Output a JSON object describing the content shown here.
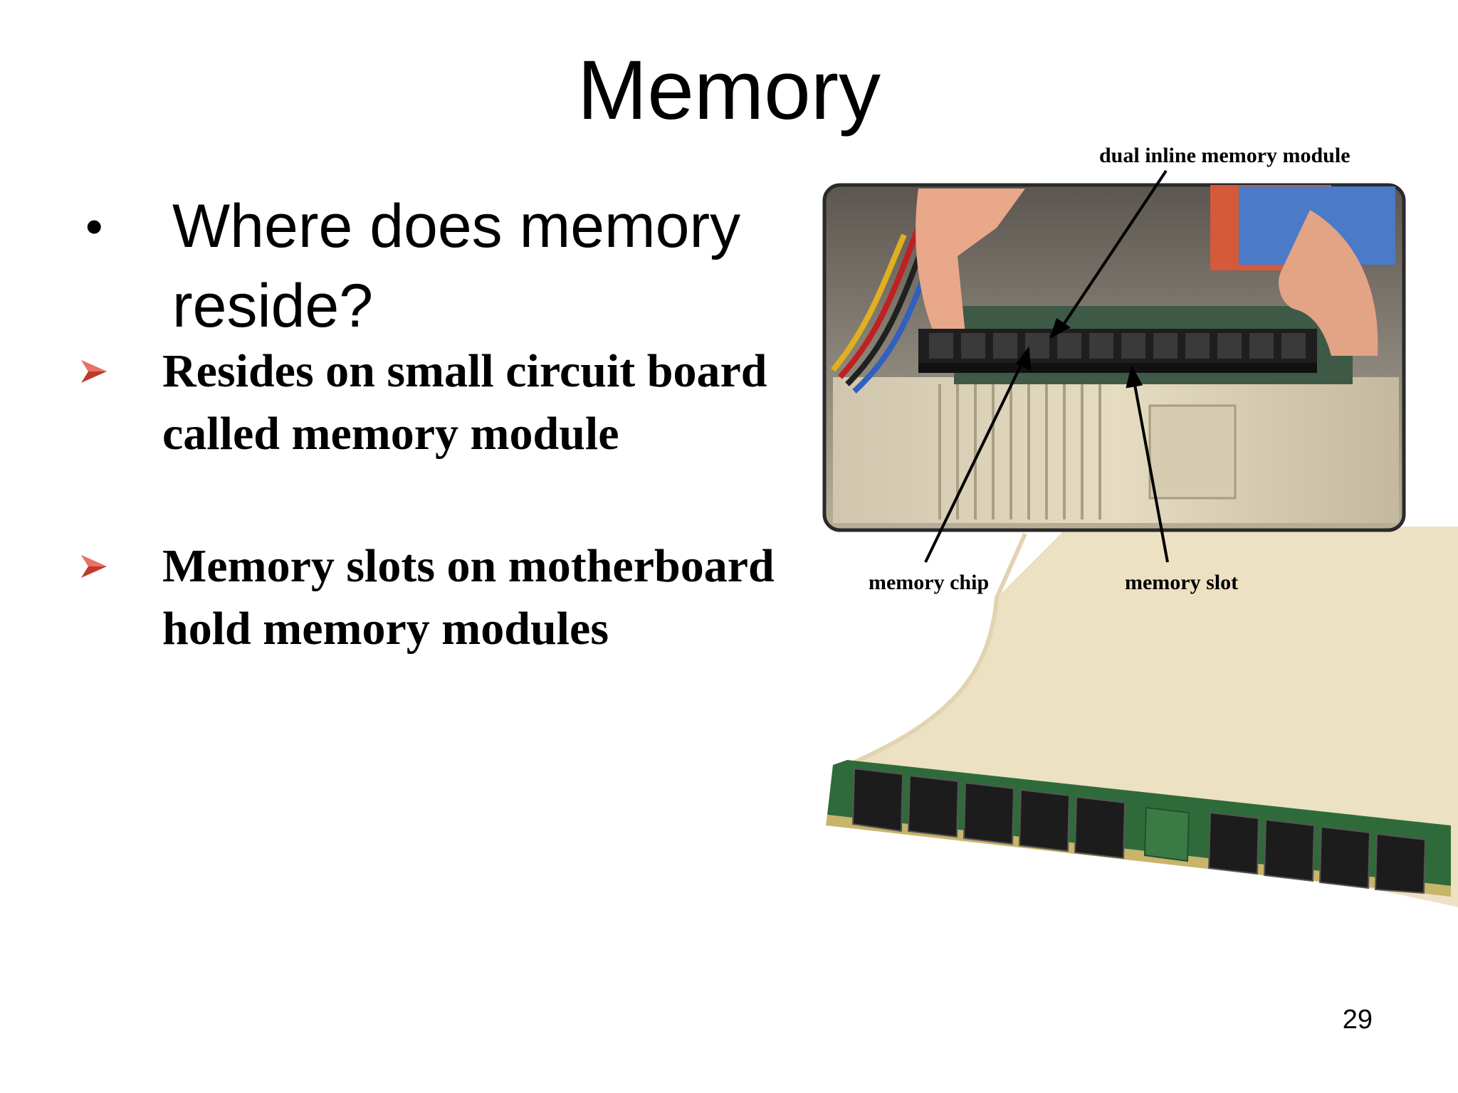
{
  "slide": {
    "title": "Memory",
    "bullet_marker": "•",
    "main_bullet": "Where does memory reside?",
    "sub_bullets": [
      "Resides on small circuit board called memory module",
      "Memory slots on motherboard hold memory modules"
    ],
    "page_number": "29"
  },
  "figure": {
    "labels": {
      "dimm": "dual inline memory module",
      "chip": "memory chip",
      "slot": "memory slot"
    }
  },
  "colors": {
    "accent_arrow": "#c0392b",
    "callout_fill": "#ede1c3",
    "board_green": "#2f6b3a"
  }
}
